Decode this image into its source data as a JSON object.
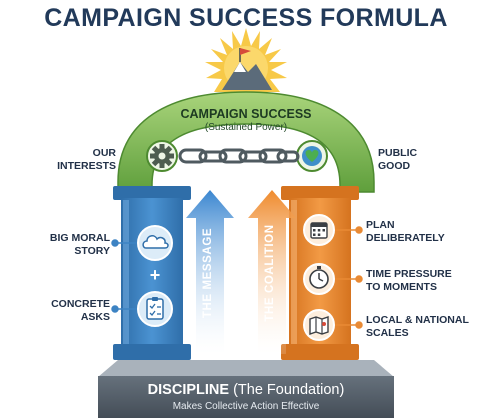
{
  "title": "CAMPAIGN SUCCESS FORMULA",
  "arch": {
    "title": "CAMPAIGN SUCCESS",
    "subtitle": "(Sustained Power)"
  },
  "left_side": {
    "top_label": "OUR\nINTERESTS",
    "items": [
      {
        "label": "BIG MORAL\nSTORY",
        "icon": "cloud-icon"
      },
      {
        "label": "CONCRETE\nASKS",
        "icon": "checklist-icon"
      }
    ],
    "plus": "+",
    "pillar_label": "THE MESSAGE"
  },
  "right_side": {
    "top_label": "PUBLIC\nGOOD",
    "items": [
      {
        "label": "PLAN\nDELIBERATELY",
        "icon": "calendar-icon"
      },
      {
        "label": "TIME PRESSURE\nTO MOMENTS",
        "icon": "stopwatch-icon"
      },
      {
        "label": "LOCAL & NATIONAL\nSCALES",
        "icon": "map-icon"
      }
    ],
    "pillar_label": "THE COALITION"
  },
  "base": {
    "title_bold": "DISCIPLINE",
    "title_rest": " (The Foundation)",
    "subtitle": "Makes Collective Action Effective"
  },
  "colors": {
    "title": "#223a5a",
    "arch_green": "#79b94f",
    "pillar_blue": "#3d83c3",
    "pillar_orange": "#e98a34",
    "base_slate": "#55606b",
    "sun": "#f7c948"
  }
}
